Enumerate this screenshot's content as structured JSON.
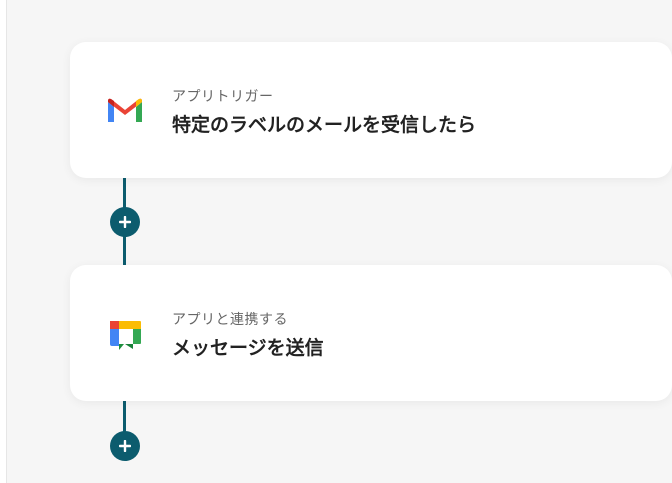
{
  "flow": {
    "steps": [
      {
        "icon": "gmail-icon",
        "subtitle": "アプリトリガー",
        "title": "特定のラベルのメールを受信したら"
      },
      {
        "icon": "google-chat-icon",
        "subtitle": "アプリと連携する",
        "title": "メッセージを送信"
      }
    ]
  },
  "colors": {
    "background": "#f6f6f6",
    "card": "#ffffff",
    "connector": "#0c5c6e",
    "add_button": "#0c5c6e"
  }
}
